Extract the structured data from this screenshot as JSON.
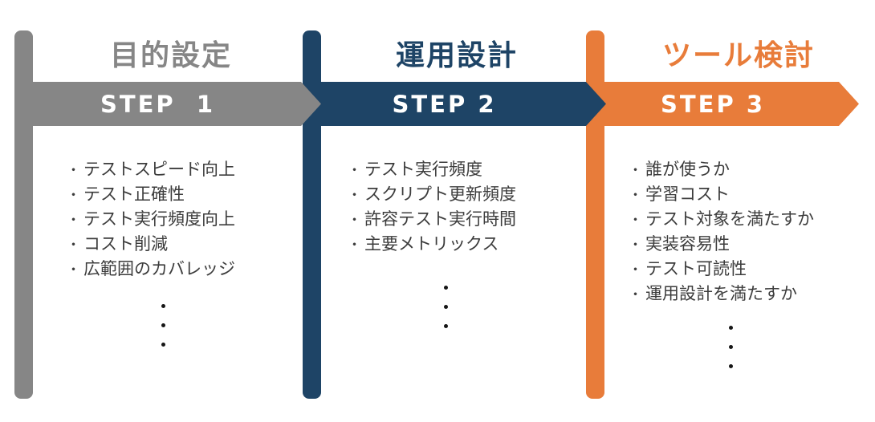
{
  "colors": {
    "step1": "#868686",
    "step2": "#1e4466",
    "step3": "#e87c3a",
    "list_text": "#3c3c3c",
    "step_label_text": "#ffffff",
    "ellipsis_dots": "#161616"
  },
  "bullet": "・",
  "steps": [
    {
      "title": "目的設定",
      "label": "STEP  1",
      "items": [
        "テストスピード向上",
        "テスト正確性",
        "テスト実行頻度向上",
        "コスト削減",
        "広範囲のカバレッジ"
      ]
    },
    {
      "title": "運用設計",
      "label": "STEP 2",
      "items": [
        "テスト実行頻度",
        "スクリプト更新頻度",
        "許容テスト実行時間",
        "主要メトリックス"
      ]
    },
    {
      "title": "ツール検討",
      "label": "STEP 3",
      "items": [
        "誰が使うか",
        "学習コスト",
        "テスト対象を満たすか",
        "実装容易性",
        "テスト可読性",
        "運用設計を満たすか"
      ]
    }
  ]
}
